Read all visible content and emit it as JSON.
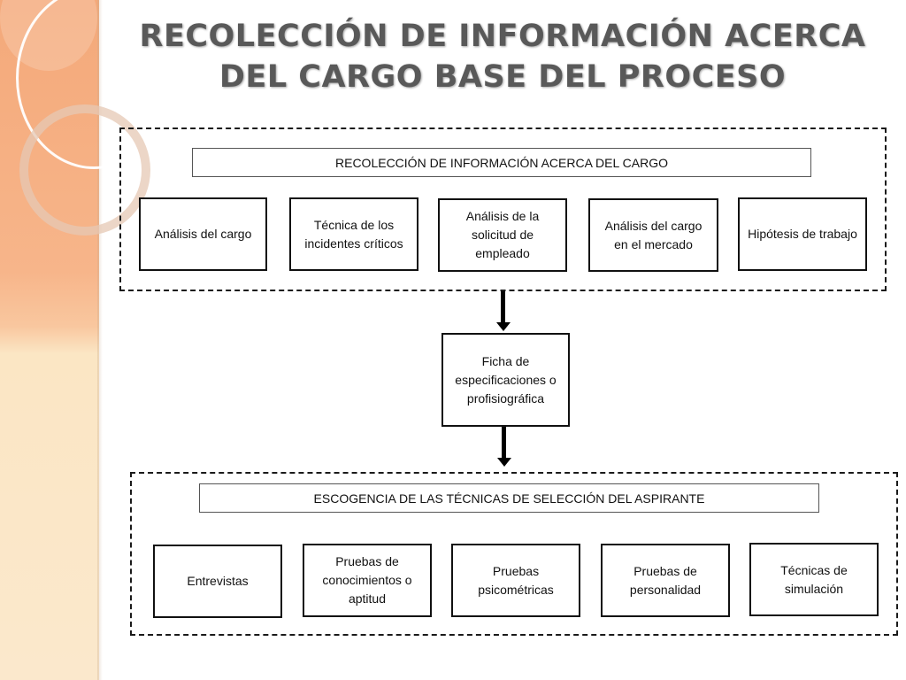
{
  "title": "RECOLECCIÓN DE INFORMACIÓN ACERCA DEL CARGO BASE DEL PROCESO",
  "group1": {
    "header": "RECOLECCIÓN DE INFORMACIÓN ACERCA DEL CARGO",
    "items": [
      "Análisis del cargo",
      "Técnica de los incidentes críticos",
      "Análisis de la solicitud de empleado",
      "Análisis del cargo en el mercado",
      "Hipótesis de trabajo"
    ]
  },
  "center": {
    "label": "Ficha de especificaciones o profisiográfica"
  },
  "group2": {
    "header": "ESCOGENCIA DE LAS TÉCNICAS DE SELECCIÓN DEL ASPIRANTE",
    "items": [
      "Entrevistas",
      "Pruebas de conocimientos o aptitud",
      "Pruebas psicométricas",
      "Pruebas de personalidad",
      "Técnicas de simulación"
    ]
  },
  "colors": {
    "title": "#595959",
    "band_top": "#f4a97a",
    "band_bottom": "#fbe8cc",
    "ink": "#111111"
  }
}
